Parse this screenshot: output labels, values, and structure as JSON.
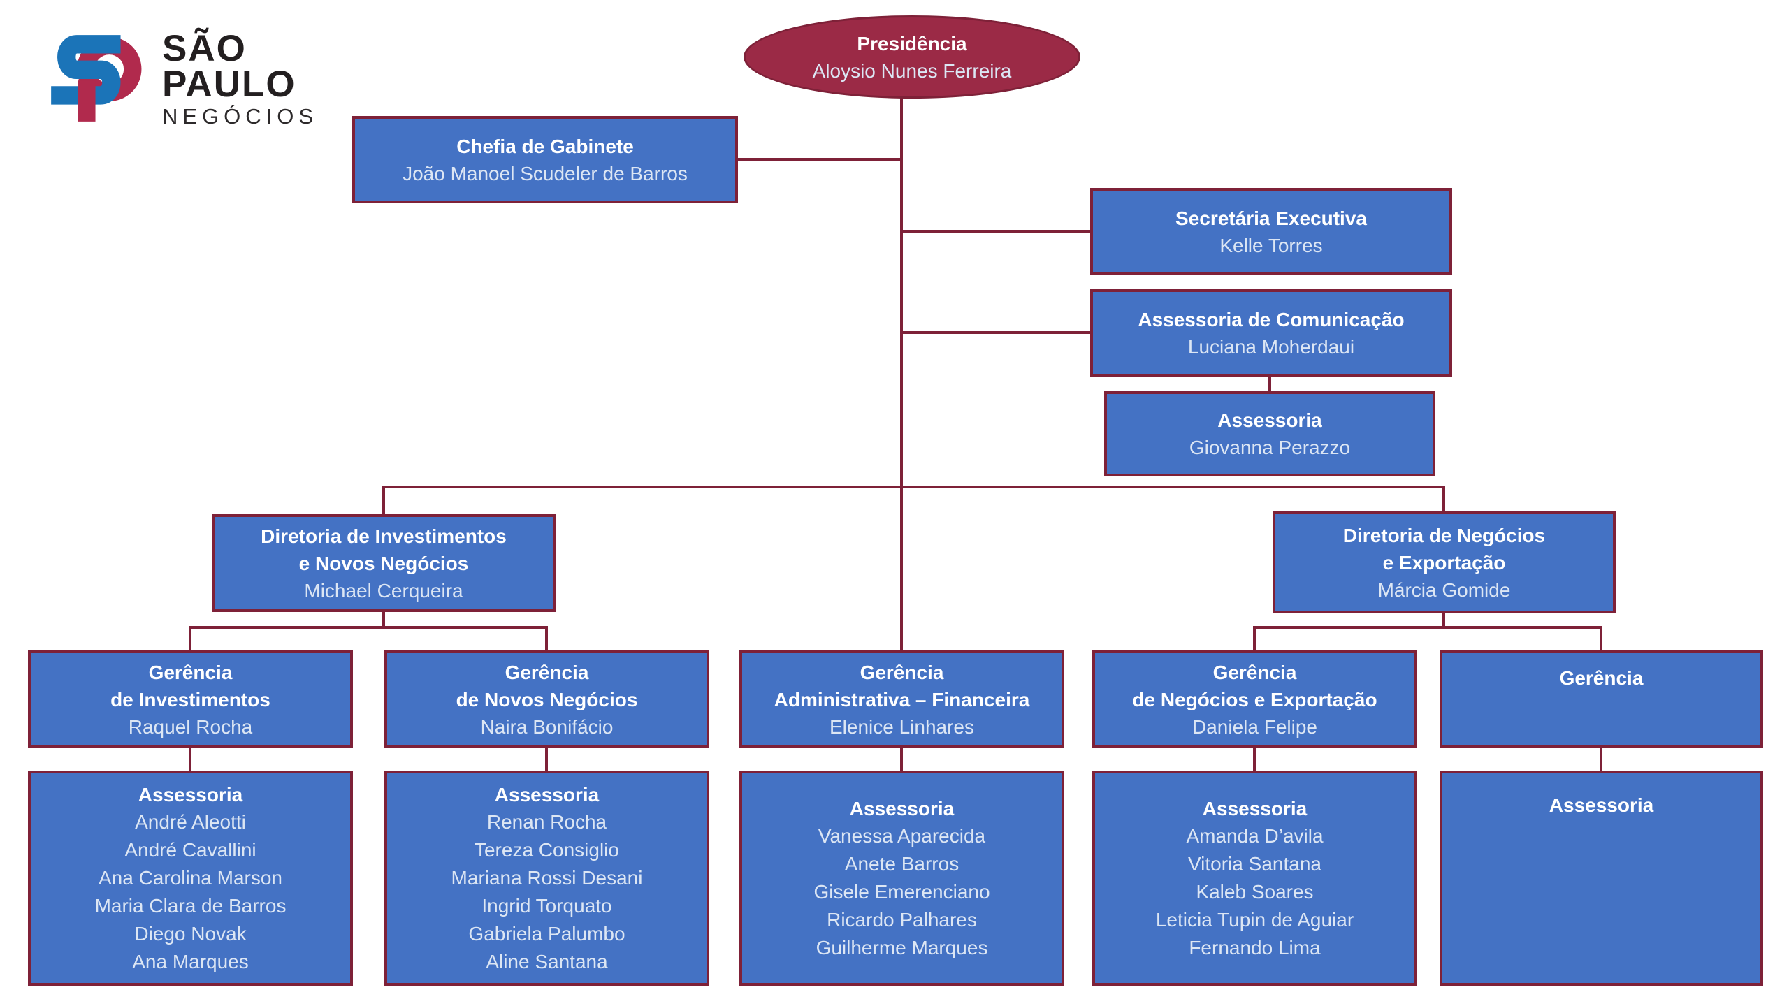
{
  "logo": {
    "brand_line1": "SÃO",
    "brand_line2": "PAULO",
    "brand_line3": "NEGÓCIOS",
    "mark": "sp-monogram"
  },
  "colors": {
    "box_fill": "#4472C4",
    "box_border": "#7E2138",
    "connector_line": "#7E2138",
    "ellipse_fill": "#9B2A46",
    "title_text": "#FFFFFF",
    "name_text": "#DCE6F4",
    "logo_blue": "#1B74B8",
    "logo_crimson": "#B12A4D",
    "background": "#FFFFFF"
  },
  "nodes": {
    "presidencia": {
      "title": "Presidência",
      "name": "Aloysio Nunes Ferreira"
    },
    "chefia_gabinete": {
      "title": "Chefia de Gabinete",
      "name": "João Manoel Scudeler de Barros"
    },
    "secretaria_executiva": {
      "title": "Secretária Executiva",
      "name": "Kelle Torres"
    },
    "assessoria_comunicacao": {
      "title": "Assessoria de Comunicação",
      "name": "Luciana Moherdaui"
    },
    "assessoria_presidencia": {
      "title": "Assessoria",
      "name": "Giovanna Perazzo"
    },
    "diretoria_investimentos": {
      "title_lines": [
        "Diretoria de Investimentos",
        "e Novos Negócios"
      ],
      "name": "Michael Cerqueira"
    },
    "diretoria_negocios": {
      "title_lines": [
        "Diretoria de Negócios",
        "e Exportação"
      ],
      "name": "Márcia Gomide"
    },
    "gerencia_investimentos": {
      "title_lines": [
        "Gerência",
        "de Investimentos"
      ],
      "name": "Raquel Rocha"
    },
    "gerencia_novos_negocios": {
      "title_lines": [
        "Gerência",
        "de Novos Negócios"
      ],
      "name": "Naira Bonifácio"
    },
    "gerencia_adm_financeira": {
      "title_lines": [
        "Gerência",
        "Administrativa – Financeira"
      ],
      "name": "Elenice Linhares"
    },
    "gerencia_negocios_exportacao": {
      "title_lines": [
        "Gerência",
        "de Negócios e Exportação"
      ],
      "name": "Daniela Felipe"
    },
    "gerencia_vaga": {
      "title": "Gerência"
    },
    "assessoria_investimentos": {
      "title": "Assessoria",
      "members": [
        "André Aleotti",
        "André Cavallini",
        "Ana Carolina Marson",
        "Maria Clara de Barros",
        "Diego Novak",
        "Ana Marques"
      ]
    },
    "assessoria_novos_negocios": {
      "title": "Assessoria",
      "members": [
        "Renan Rocha",
        "Tereza Consiglio",
        "Mariana Rossi Desani",
        "Ingrid Torquato",
        "Gabriela Palumbo",
        "Aline Santana"
      ]
    },
    "assessoria_adm_financeira": {
      "title": "Assessoria",
      "members": [
        "Vanessa Aparecida",
        "Anete Barros",
        "Gisele Emerenciano",
        "Ricardo Palhares",
        "Guilherme Marques"
      ]
    },
    "assessoria_negocios_exportacao": {
      "title": "Assessoria",
      "members": [
        "Amanda D’avila",
        "Vitoria Santana",
        "Kaleb Soares",
        "Leticia Tupin de Aguiar",
        "Fernando Lima"
      ]
    },
    "assessoria_vaga": {
      "title": "Assessoria"
    }
  }
}
